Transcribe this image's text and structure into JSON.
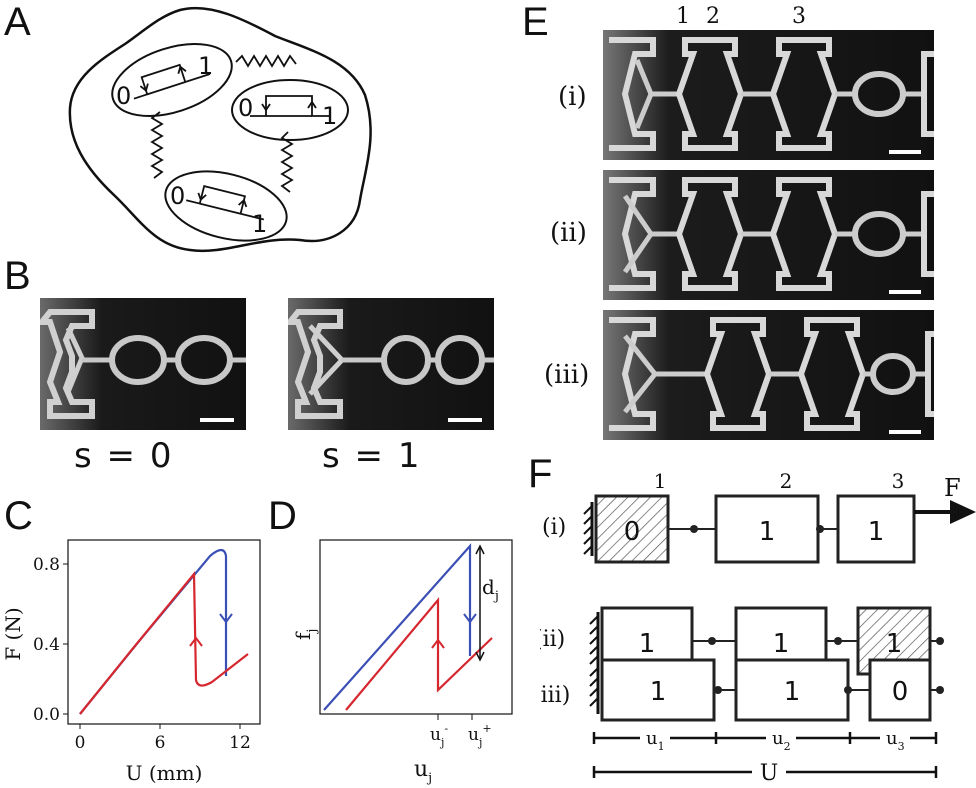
{
  "panels": {
    "A": "A",
    "B": "B",
    "C": "C",
    "D": "D",
    "E": "E",
    "F": "F"
  },
  "panelA": {
    "elements": [
      {
        "left": "0",
        "right": "1"
      },
      {
        "left": "0",
        "right": "1"
      },
      {
        "left": "0",
        "right": "1"
      }
    ]
  },
  "panelB": {
    "states": [
      "s = 0",
      "s = 1"
    ]
  },
  "panelC": {
    "xlabel": "U (mm)",
    "ylabel": "F (N)",
    "xticks": [
      "0",
      "6",
      "12"
    ],
    "yticks": [
      "0.0",
      "0.4",
      "0.8"
    ],
    "colors": {
      "loading": "#3b4fb5",
      "unloading": "#d6272f"
    }
  },
  "panelD": {
    "xlabel": "u",
    "xlabel_sub": "j",
    "ylabel": "f",
    "ylabel_sub": "j",
    "tick_minus": "u",
    "tick_minus_sub": "j",
    "tick_minus_sup": "-",
    "tick_plus": "u",
    "tick_plus_sub": "j",
    "tick_plus_sup": "+",
    "gap_label": "d",
    "gap_sub": "j"
  },
  "panelE": {
    "columns": [
      "1",
      "2",
      "3"
    ],
    "rows": [
      "(i)",
      "(ii)",
      "(iii)"
    ]
  },
  "panelF": {
    "columns": [
      "1",
      "2",
      "3"
    ],
    "force": "F",
    "rows": [
      {
        "label": "(i)",
        "states": [
          "0",
          "1",
          "1"
        ],
        "hatched": [
          true,
          false,
          false
        ]
      },
      {
        "label": "(ii)",
        "states": [
          "1",
          "1",
          "1"
        ],
        "hatched": [
          false,
          false,
          true
        ]
      },
      {
        "label": "(iii)",
        "states": [
          "1",
          "1",
          "0"
        ],
        "hatched": [
          false,
          false,
          false
        ]
      }
    ],
    "displacements": [
      {
        "main": "u",
        "sub": "1"
      },
      {
        "main": "u",
        "sub": "2"
      },
      {
        "main": "u",
        "sub": "3"
      }
    ],
    "total": "U"
  }
}
